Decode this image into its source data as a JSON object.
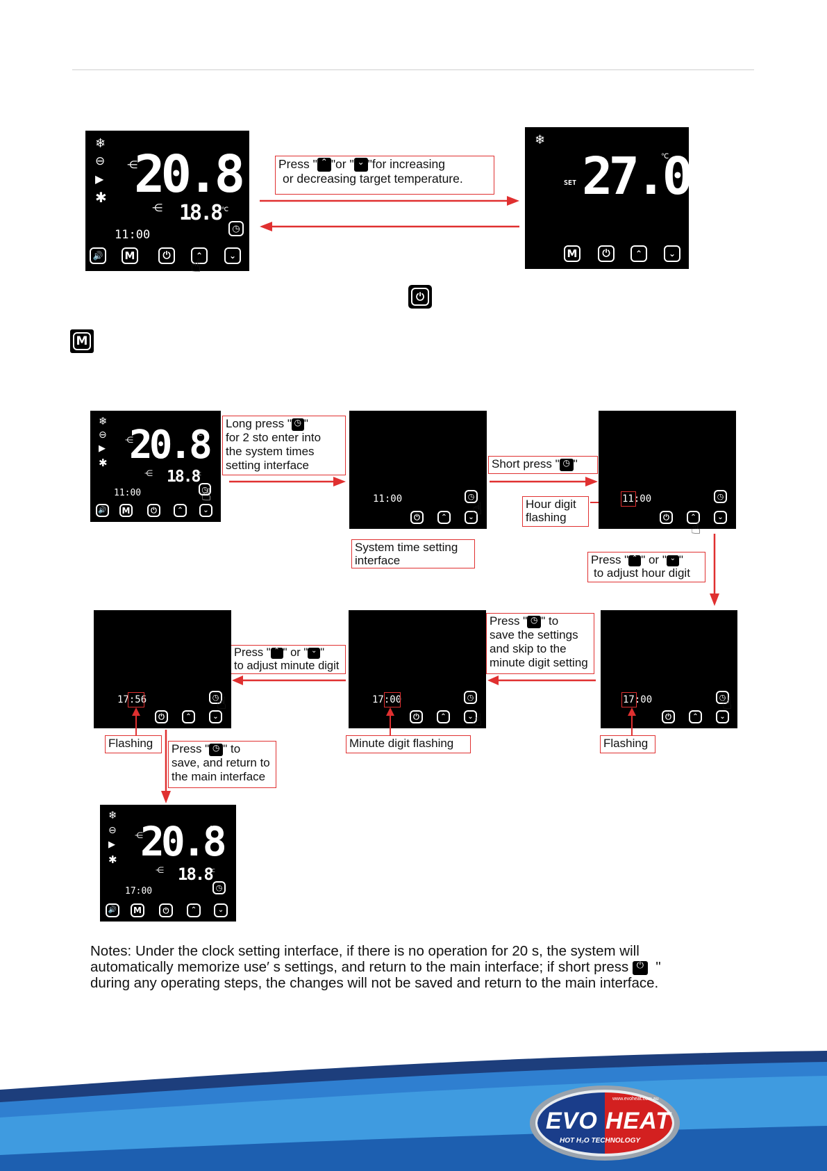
{
  "top_section": {
    "instruction": {
      "press": "Press \"",
      "or": "\"or \"",
      "tail_1": "\"for increasing",
      "tail_2": "or decreasing target temperature."
    },
    "main_display": {
      "temp": "20.8",
      "unit": "℃",
      "sub_temp": "18.8",
      "sub_unit": "℃",
      "time": "11:00",
      "mode_label": "M"
    },
    "set_display": {
      "set_label": "SET",
      "temp": "27.0",
      "unit": "℃",
      "mode_label": "M"
    }
  },
  "page_icons": {
    "power_icon_label": "power-icon",
    "mode_label": "M"
  },
  "clock_flow": {
    "step1_note": [
      "Long press \"",
      "\"",
      "for 2 sto enter into",
      "the system times",
      "setting interface"
    ],
    "step2_caption": [
      "System time setting",
      "interface"
    ],
    "step2_time": "11:00",
    "short_press": [
      "Short press \"",
      "\""
    ],
    "hour_flash": [
      "Hour digit",
      "flashing"
    ],
    "step3_time": "11:00",
    "adjust_hour": [
      "Press \"",
      "\" or \"",
      "\"",
      "to adjust hour digit"
    ],
    "step4_time": "17:00",
    "step4_caption": "Flashing",
    "save_skip": [
      "Press  \"",
      "\" to",
      "save the settings",
      "and skip to the",
      "minute digit setting"
    ],
    "step5_time": "17:00",
    "step5_caption": "Minute digit flashing",
    "adjust_minute": [
      "Press \"",
      "\" or \"",
      "\"",
      "to adjust minute digit"
    ],
    "step6_time": "17:56",
    "step6_caption": "Flashing",
    "save_return": [
      "Press \"",
      "\"  to",
      "save, and return to",
      "the main interface"
    ],
    "final_display": {
      "temp": "20.8",
      "unit": "℃",
      "sub_temp": "18.8",
      "sub_unit": "℃",
      "time": "17:00",
      "mode_label": "M"
    },
    "main_display": {
      "temp": "20.8",
      "unit": "℃",
      "sub_temp": "18.8",
      "sub_unit": "℃",
      "time": "11:00",
      "mode_label": "M"
    }
  },
  "notes": {
    "line1": "Notes: Under the clock setting interface, if there is no operation for 20 s, the system will",
    "line2a": "automatically memorize use′ s settings, and return to the main interface; if short press",
    "line2b": "\"",
    "line3": "during any operating steps, the changes will not be saved and return to the main interface."
  },
  "logo": {
    "brand_left": "EVO",
    "brand_right": "HEAT",
    "tagline": "HOT H₂O TECHNOLOGY",
    "url": "www.evoheat.com.au"
  },
  "colors": {
    "red": "#e03030",
    "footer_dark": "#1d3e7c",
    "footer_light": "#3f9be0"
  }
}
